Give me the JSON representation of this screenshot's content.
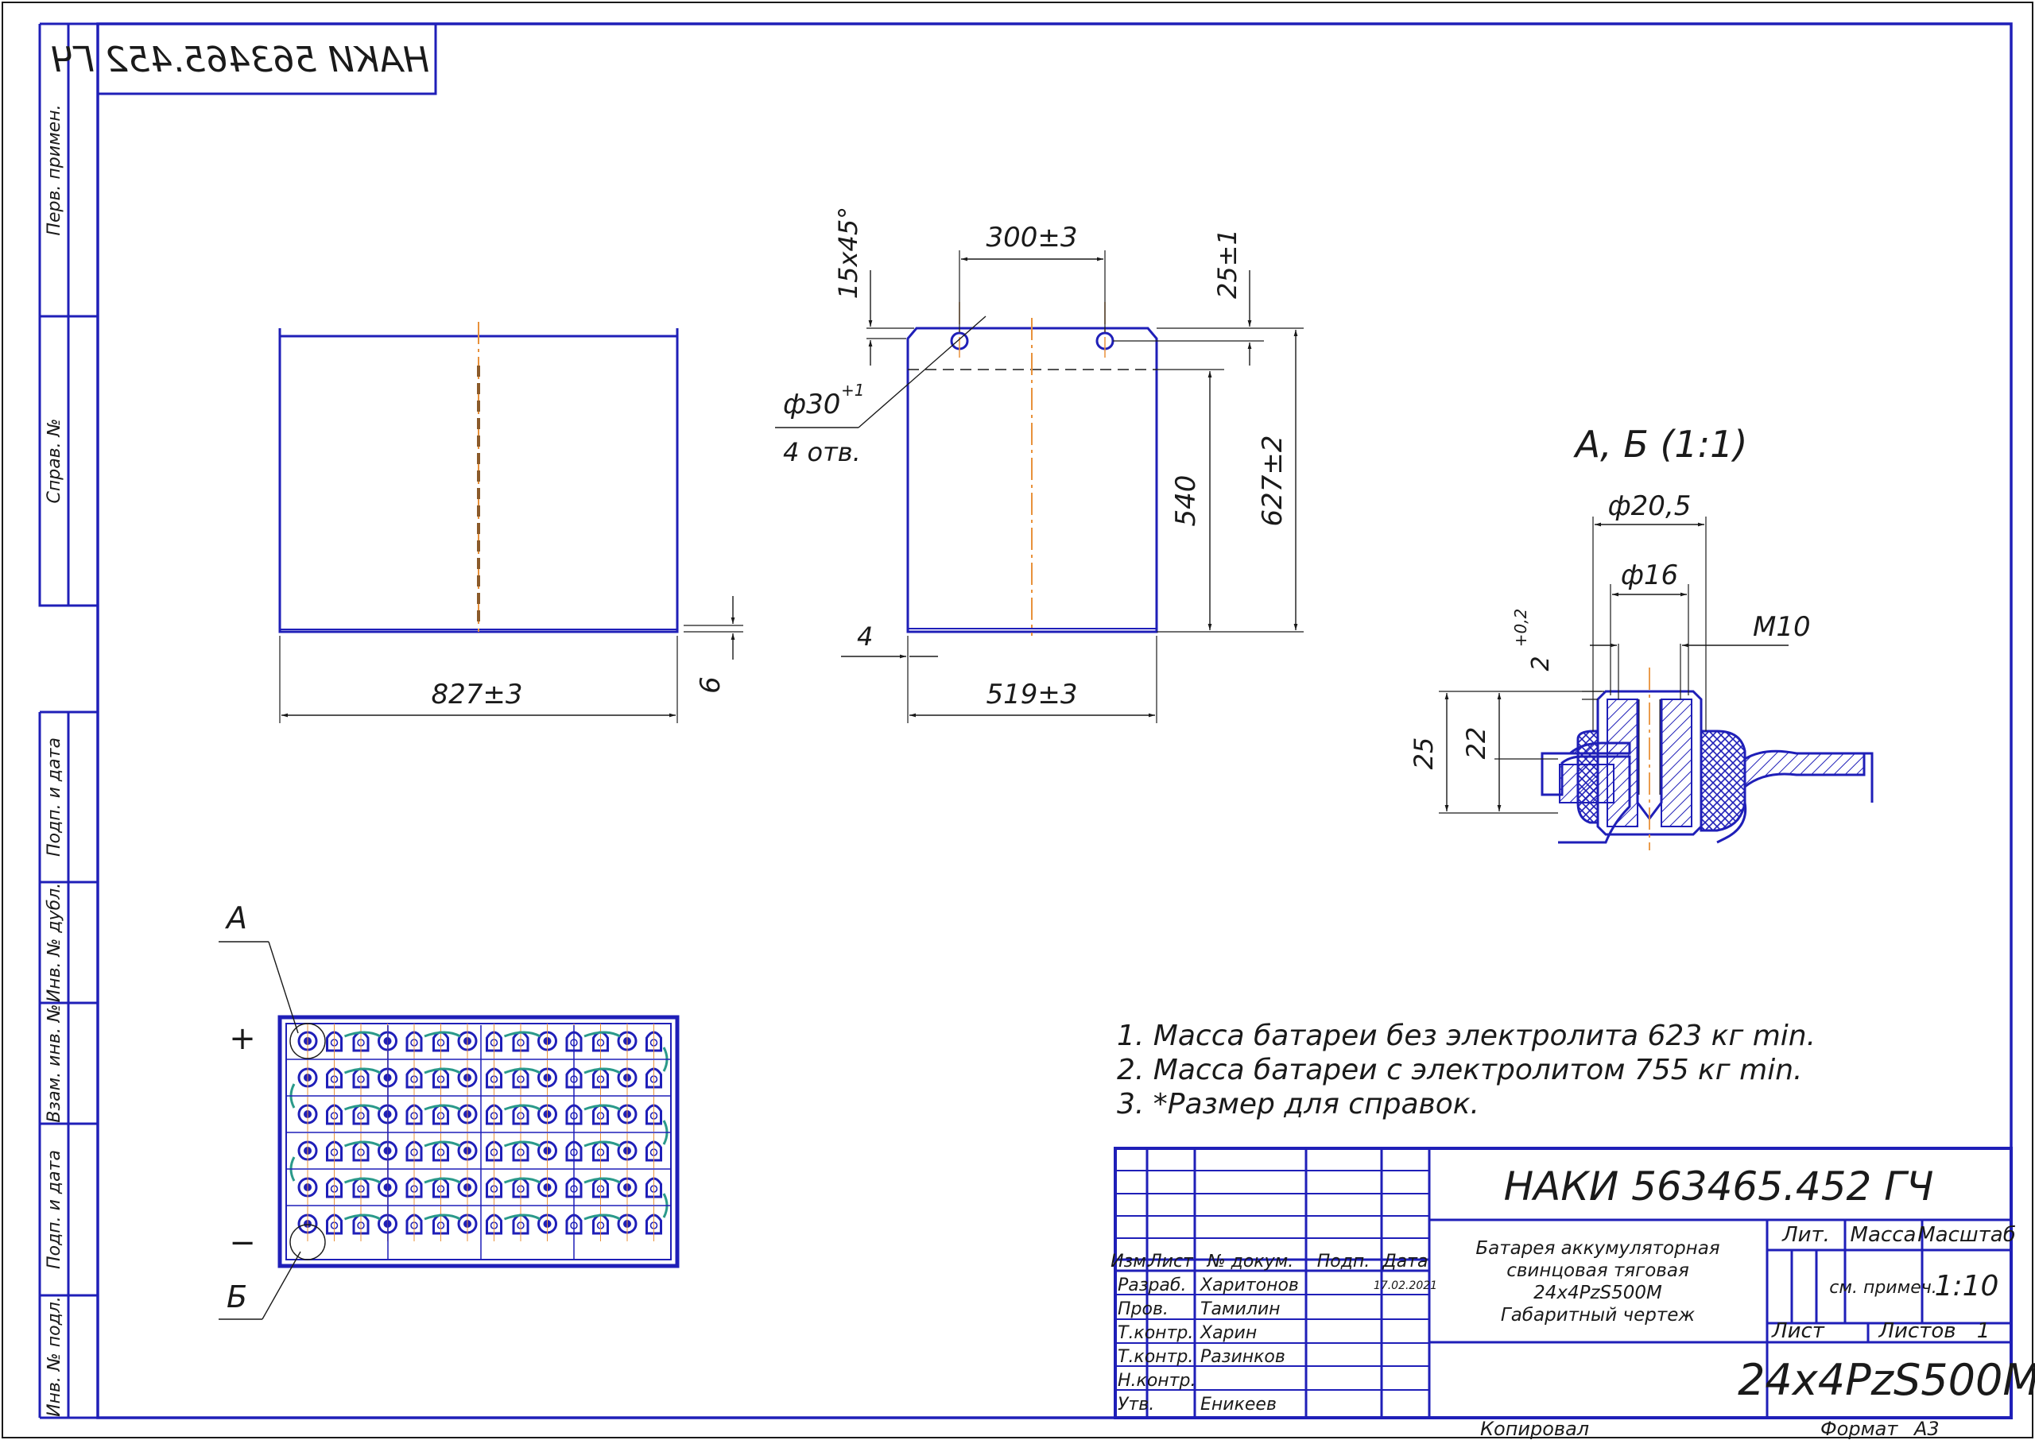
{
  "doc_number": "НАКИ 563465.452 ГЧ",
  "stamp_mirrored": "НАКИ 563465.452 ГЧ",
  "left_strip": [
    "Перв. примен.",
    "Справ. №",
    "Подп. и дата",
    "Инв. № дубл.",
    "Взам. инв. №",
    "Подп. и дата",
    "Инв. № подл."
  ],
  "dims": {
    "length": "827±3",
    "bottom_gap": "6",
    "chamfer": "15x45°",
    "hole_spacing": "300±3",
    "edge_offset": "25±1",
    "hole_dia": "ф30",
    "hole_tol": "+1",
    "hole_count": "4 отв.",
    "inner_height": "540",
    "total_height": "627±2",
    "wall": "4",
    "width": "519±3"
  },
  "detail": {
    "title": "А, Б (1:1)",
    "d_outer": "ф20,5",
    "d_inner": "ф16",
    "thread": "М10",
    "depth": "2",
    "depth_tol": "+0,2",
    "h22": "22",
    "h25": "25"
  },
  "layout_view": {
    "label_a": "А",
    "label_b": "Б",
    "plus": "+",
    "minus": "−"
  },
  "notes": [
    "1. Масса батареи без электролита 623 кг min.",
    "2. Масса батареи с электролитом 755 кг min.",
    "3.  *Размер для справок."
  ],
  "title_block": {
    "name_lines": [
      "Батарея аккумуляторная",
      "свинцовая тяговая",
      "24x4PzS500M",
      "Габаритный чертеж"
    ],
    "designation": "24x4PzS500M",
    "hdr_izm": "Изм.",
    "hdr_list": "Лист",
    "hdr_doc": "№ докум.",
    "hdr_sign": "Подп.",
    "hdr_date": "Дата",
    "hdr_lit": "Лит.",
    "hdr_mass": "Масса",
    "hdr_scale": "Масштаб",
    "mass": "см. примеч.",
    "scale": "1:10",
    "sheet_label": "Лист",
    "sheets_label": "Листов",
    "sheets_value": "1",
    "date": "17.02.2021",
    "roles": [
      {
        "role": "Разраб.",
        "name": "Харитонов"
      },
      {
        "role": "Пров.",
        "name": "Тамилин"
      },
      {
        "role": "Т.контр.",
        "name": "Харин"
      },
      {
        "role": "Т.контр.",
        "name": "Разинков"
      },
      {
        "role": "Н.контр.",
        "name": ""
      },
      {
        "role": "Утв.",
        "name": "Еникеев"
      }
    ],
    "copied": "Копировал",
    "format_label": "Формат",
    "format_value": "А3"
  }
}
